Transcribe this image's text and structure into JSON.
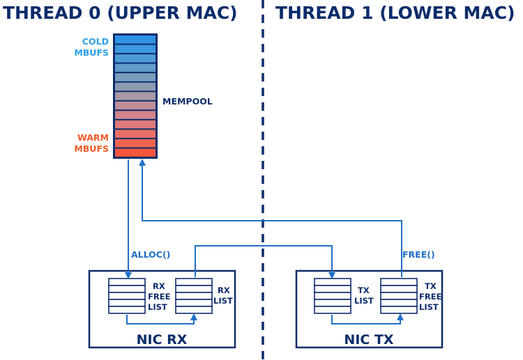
{
  "titles": {
    "thread0": "THREAD 0 (UPPER MAC)",
    "thread1": "THREAD 1 (LOWER MAC)"
  },
  "mempool": {
    "label": "MEMPOOL",
    "cold_line1": "COLD",
    "cold_line2": "MBUFS",
    "warm_line1": "WARM",
    "warm_line2": "MBUFS",
    "slot_colors": [
      "#2e93e6",
      "#3d97e0",
      "#4d9ad6",
      "#629ccc",
      "#789dbf",
      "#8e9cb2",
      "#a899a6",
      "#bf8f98",
      "#d1858a",
      "#df7b7b",
      "#e86f67",
      "#ef6450",
      "#f4573b"
    ]
  },
  "arrows": {
    "alloc": "ALLOC()",
    "free": "FREE()"
  },
  "nic_rx": {
    "label": "NIC RX",
    "free_list_line1": "RX",
    "free_list_line2": "FREE",
    "free_list_line3": "LIST",
    "list_line1": "RX",
    "list_line2": "LIST"
  },
  "nic_tx": {
    "label": "NIC TX",
    "list_line1": "TX",
    "list_line2": "LIST",
    "free_list_line1": "TX",
    "free_list_line2": "FREE",
    "free_list_line3": "LIST"
  },
  "colors": {
    "navy": "#0b2c6b",
    "arrow": "#1f6fc4",
    "cold": "#2aa0e8",
    "warm": "#f05a28"
  }
}
